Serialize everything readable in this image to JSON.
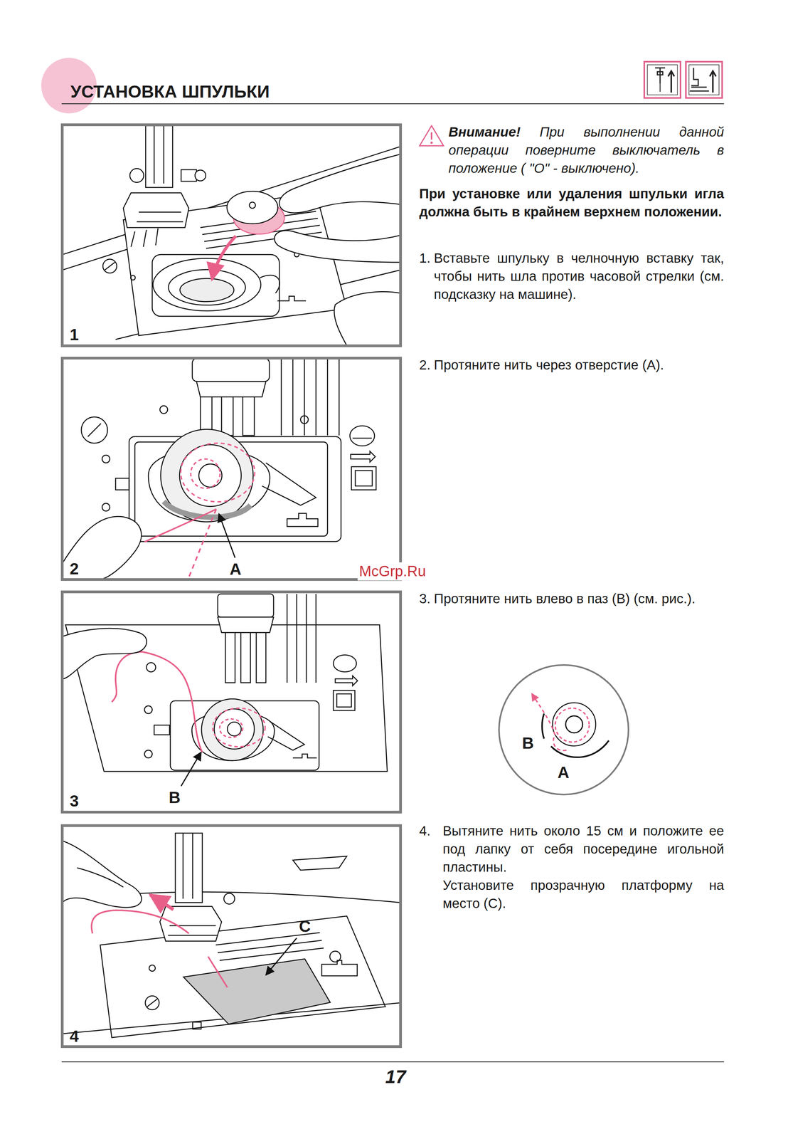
{
  "diagram": {
    "title": "УСТАНОВКА ШПУЛЬКИ",
    "nodes": [
      {
        "text": [
          "1"
        ]
      },
      {
        "text": [
          "2"
        ]
      },
      {
        "text": [
          "3"
        ]
      },
      {
        "text": [
          "4"
        ]
      },
      {
        "text": [
          "B",
          "A"
        ]
      }
    ],
    "labels": [
      "Внимание!",
      "При выполнении данной операции поверните выключатель в положение ( \"O\" - выключено).",
      "При установке или удаления шпульки игла должна быть в крайнем верхнем положении.",
      "1.",
      "Вставьте шпульку в челночную вставку так, чтобы нить шла против часовой стрелки (см. подсказку на машине).",
      "2.",
      "Протяните нить через отверстие (А).",
      "A",
      "McGrp.Ru",
      "3.",
      "Протяните нить влево в паз (B) (см. рис.).",
      "B",
      "4.",
      "Вытяните нить около 15 см и положите ее под лапку от себя посередине игольной пластины.",
      "Установите прозрачную платформу на место (C).",
      "C",
      "17"
    ]
  }
}
